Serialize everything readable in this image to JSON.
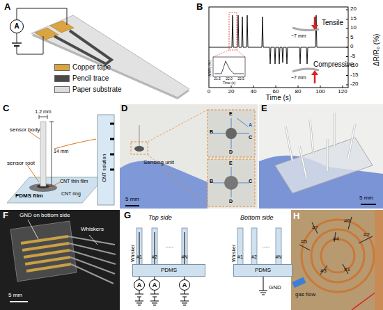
{
  "diagram": {
    "nodes": [
      {
        "text": [
          "A"
        ]
      },
      {
        "text": [
          "PDMS"
        ]
      },
      {
        "text": [
          "A"
        ]
      },
      {
        "text": [
          "A"
        ]
      },
      {
        "text": [
          "A"
        ]
      },
      {
        "text": [
          "PDMS"
        ]
      }
    ],
    "labels": [
      "A",
      "B",
      "C",
      "D",
      "E",
      "F",
      "G",
      "H",
      "Tensile",
      "Compressive",
      "~7 mm",
      "~7 mm",
      "Time (s)",
      "ΔR/R₀ (%)",
      "0",
      "20",
      "40",
      "60",
      "80",
      "100",
      "120",
      "20",
      "15",
      "10",
      "5",
      "0",
      "-5",
      "-10",
      "-15",
      "-20",
      "ΔR/R₀ (%)",
      "Time (s)",
      "21.5",
      "22.0",
      "22.5",
      "sensor body",
      "1.2 mm",
      "14 mm",
      "sensor root",
      "CNT thin film",
      "CNT ring",
      "PDMS film",
      "CNT solution",
      "Sensing unit",
      "5 mm",
      "E",
      "A",
      "B",
      "C",
      "D",
      "E",
      "B",
      "C",
      "D",
      "5 mm",
      "GND on bottom side",
      "Whiskers",
      "5 mm",
      "Top side",
      "Bottom side",
      "Whisker",
      "#1",
      "#2",
      ".....",
      "#N",
      "Whisker",
      "#1",
      "#2",
      ".....",
      "#N",
      "GND",
      "#7",
      "#6",
      "#2",
      "#4",
      "#5",
      "#3",
      "#1",
      "gas flow"
    ],
    "legend": [
      {
        "text": "Copper tape",
        "color": "#d9a441"
      },
      {
        "text": "Pencil trace",
        "color": "#4a4a4a"
      },
      {
        "text": "Paper substrate",
        "color": "#dcdcdc"
      }
    ]
  }
}
